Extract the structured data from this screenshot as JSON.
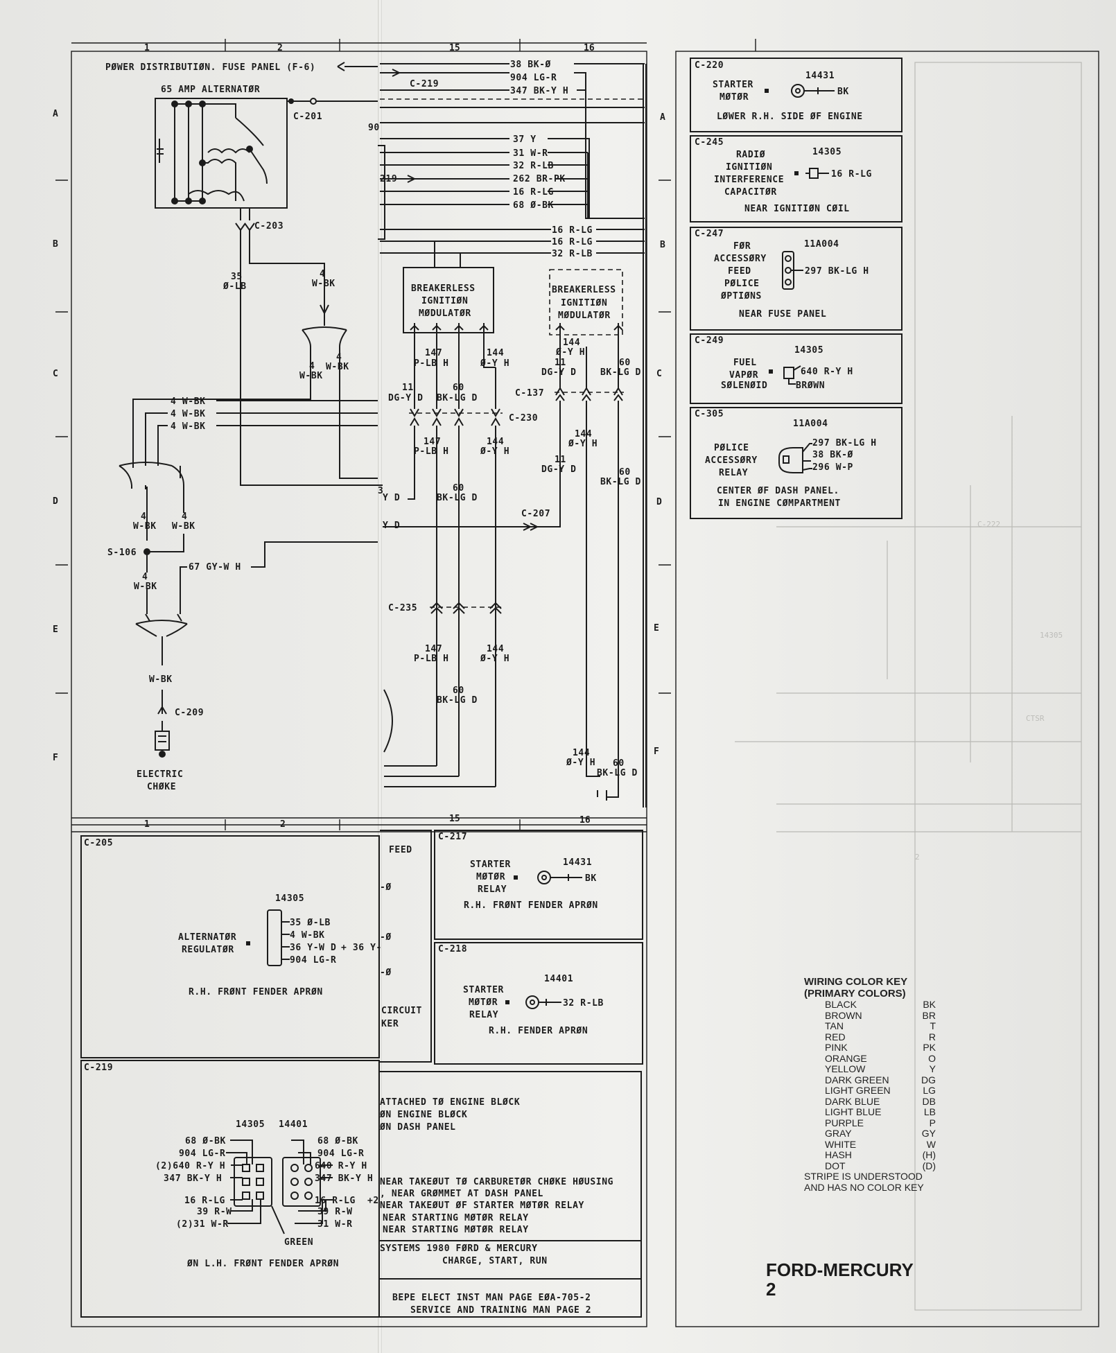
{
  "columns_top": [
    "1",
    "2",
    "15",
    "16"
  ],
  "columns_bottom": [
    "1",
    "2",
    "15",
    "16"
  ],
  "rows": [
    "A",
    "B",
    "C",
    "D",
    "E",
    "F"
  ],
  "header": {
    "power_distribution": "PØWER DISTRIBUTIØN. FUSE PANEL (F-6)",
    "alternator": "65 AMP ALTERNATØR"
  },
  "wires_right_bus": [
    "38 BK-Ø",
    "904 LG-R",
    "347 BK-Y H",
    "37 Y",
    "31 W-R",
    "32 R-LB",
    "262 BR-PK",
    "16 R-LG",
    "68 Ø-BK",
    "16 R-LG",
    "16 R-LG",
    "32 R-LB"
  ],
  "connectors": {
    "c219": "C-219",
    "c201": "C-201",
    "c203": "C-203",
    "c219b": "219",
    "c90": "90",
    "c137": "C-137",
    "c230": "C-230",
    "c207": "C-207",
    "c235": "C-235",
    "c209": "C-209",
    "s106": "S-106"
  },
  "left_labels": {
    "w35": "35",
    "w35c": "Ø-LB",
    "w4a": "4",
    "w4ac": "W-BK",
    "w4b": "4",
    "w4bc": "W-BK",
    "w4c": "4",
    "w4cc": "W-BK",
    "bus1": "4 W-BK",
    "bus2": "4 W-BK",
    "bus3": "4 W-BK",
    "w4d": "4",
    "w4dc": "W-BK",
    "w4e": "4",
    "w4ec": "W-BK",
    "w4f": "4",
    "w4fc": "W-BK",
    "w4g": "W-BK",
    "gy": "67 GY-W H",
    "choke1": "ELECTRIC",
    "choke2": "CHØKE",
    "yd1": "Y D",
    "yd2": "Y D",
    "n3": "3"
  },
  "modulators": {
    "m1": [
      "BREAKERLESS",
      "IGNITIØN",
      "MØDULATØR"
    ],
    "m2": [
      "BREAKERLESS",
      "IGNITIØN",
      "MØDULATØR"
    ]
  },
  "mod_wires": {
    "a147": "147",
    "a147c": "P-LB H",
    "a144": "144",
    "a144c": "Ø-Y H",
    "a11": "11",
    "a11c": "DG-Y D",
    "a60": "60",
    "a60c": "BK-LG D",
    "b147": "147",
    "b147c": "P-LB H",
    "b144": "144",
    "b144c": "Ø-Y H",
    "c60": "60",
    "c60c": "BK-LG D",
    "d147": "147",
    "d147c": "P-LB H",
    "d144": "144",
    "d144c": "Ø-Y H",
    "d60": "60",
    "d60c": "BK-LG D",
    "r144": "144",
    "r144c": "Ø-Y H",
    "r11": "11",
    "r11c": "DG-Y D",
    "r60": "60",
    "r60c": "BK-LG D",
    "s144": "144",
    "s144c": "Ø-Y H",
    "s11": "11",
    "s11c": "DG-Y D",
    "s60": "60",
    "s60c": "BK-LG D",
    "f144": "144",
    "f144c": "Ø-Y H",
    "f60": "60",
    "f60c": "BK-LG D"
  },
  "panels_right": [
    {
      "id": "C-220",
      "part": "14431",
      "lines": [
        "STARTER",
        "MØTØR"
      ],
      "wires": [
        "BK"
      ],
      "loc": [
        "LØWER R.H. SIDE ØF ENGINE"
      ]
    },
    {
      "id": "C-245",
      "part": "14305",
      "lines": [
        "RADIØ",
        "IGNITIØN",
        "INTERFERENCE",
        "CAPACITØR"
      ],
      "wires": [
        "16 R-LG"
      ],
      "loc": [
        "NEAR IGNITIØN CØIL"
      ]
    },
    {
      "id": "C-247",
      "part": "11A004",
      "lines": [
        "FØR",
        "ACCESSØRY",
        "FEED",
        "PØLICE",
        "ØPTIØNS"
      ],
      "wires": [
        "297 BK-LG H"
      ],
      "loc": [
        "NEAR FUSE PANEL"
      ]
    },
    {
      "id": "C-249",
      "part": "14305",
      "lines": [
        "FUEL",
        "VAPØR",
        "SØLENØID"
      ],
      "wires": [
        "640 R-Y H",
        "BRØWN"
      ],
      "loc": []
    },
    {
      "id": "C-305",
      "part": "11A004",
      "lines": [
        "PØLICE",
        "ACCESSØRY",
        "RELAY"
      ],
      "wires": [
        "297 BK-LG H",
        "38 BK-Ø",
        "296 W-P"
      ],
      "loc": [
        "CENTER ØF DASH PANEL.",
        "IN ENGINE CØMPARTMENT"
      ]
    }
  ],
  "bottom": {
    "c205": {
      "id": "C-205",
      "part": "14305",
      "name": [
        "ALTERNATØR",
        "REGULATØR"
      ],
      "wires": [
        "35 Ø-LB",
        "4 W-BK",
        "36 Y-W D",
        "904 LG-R"
      ],
      "extra": "+ 36 Y-",
      "loc": "R.H. FRØNT FENDER APRØN"
    },
    "c219": {
      "id": "C-219",
      "parts": [
        "14305",
        "14401"
      ],
      "left_wires": [
        "68 Ø-BK",
        "904 LG-R",
        "(2)640 R-Y H",
        "347 BK-Y H",
        "16 R-LG",
        "39 R-W",
        "(2)31 W-R"
      ],
      "right_wires": [
        "68 Ø-BK",
        "904 LG-R",
        "640 R-Y H",
        "347 BK-Y H",
        "16 R-LG",
        "39 R-W",
        "31 W-R"
      ],
      "extra": "+2",
      "green": "GREEN",
      "loc": "ØN L.H. FRØNT FENDER APRØN"
    },
    "c217": {
      "id": "C-217",
      "part": "14431",
      "name": [
        "STARTER",
        "MØTØR",
        "RELAY"
      ],
      "wire": "BK",
      "loc": "R.H. FRØNT FENDER APRØN"
    },
    "c218": {
      "id": "C-218",
      "part": "14401",
      "name": [
        "STARTER",
        "MØTØR",
        "RELAY"
      ],
      "wire": "32 R-LB",
      "loc": "R.H. FENDER APRØN"
    },
    "partial": {
      "feed": "FEED",
      "o1": "-Ø",
      "o2": "-Ø",
      "o3": "-Ø",
      "circuit": "CIRCUIT",
      "ker": "KER"
    },
    "notes": [
      "ATTACHED TØ ENGINE BLØCK",
      "ØN ENGINE BLØCK",
      "ØN DASH PANEL",
      "NEAR TAKEØUT TØ CARBURETØR CHØKE HØUSING",
      ", NEAR GRØMMET AT DASH PANEL",
      "NEAR TAKEØUT ØF STARTER MØTØR RELAY",
      "NEAR STARTING MØTØR RELAY",
      "NEAR STARTING MØTØR RELAY"
    ],
    "title1": "SYSTEMS 1980 FØRD & MERCURY",
    "title2": "CHARGE, START, RUN",
    "ref1": "BEPE ELECT INST MAN PAGE EØA-705-2",
    "ref2": "SERVICE AND TRAINING MAN PAGE 2"
  },
  "color_key": {
    "title1": "WIRING COLOR KEY",
    "title2": "(PRIMARY COLORS)",
    "items": [
      [
        "BLACK",
        "BK"
      ],
      [
        "BROWN",
        "BR"
      ],
      [
        "TAN",
        "T"
      ],
      [
        "RED",
        "R"
      ],
      [
        "PINK",
        "PK"
      ],
      [
        "ORANGE",
        "O"
      ],
      [
        "YELLOW",
        "Y"
      ],
      [
        "DARK GREEN",
        "DG"
      ],
      [
        "LIGHT GREEN",
        "LG"
      ],
      [
        "DARK BLUE",
        "DB"
      ],
      [
        "LIGHT BLUE",
        "LB"
      ],
      [
        "PURPLE",
        "P"
      ],
      [
        "GRAY",
        "GY"
      ],
      [
        "WHITE",
        "W"
      ],
      [
        "HASH",
        "(H)"
      ],
      [
        "DOT",
        "(D)"
      ]
    ],
    "note1": "STRIPE IS UNDERSTOOD",
    "note2": "AND HAS NO COLOR KEY"
  },
  "brand": {
    "line1": "FORD-MERCURY",
    "line2": "2"
  }
}
